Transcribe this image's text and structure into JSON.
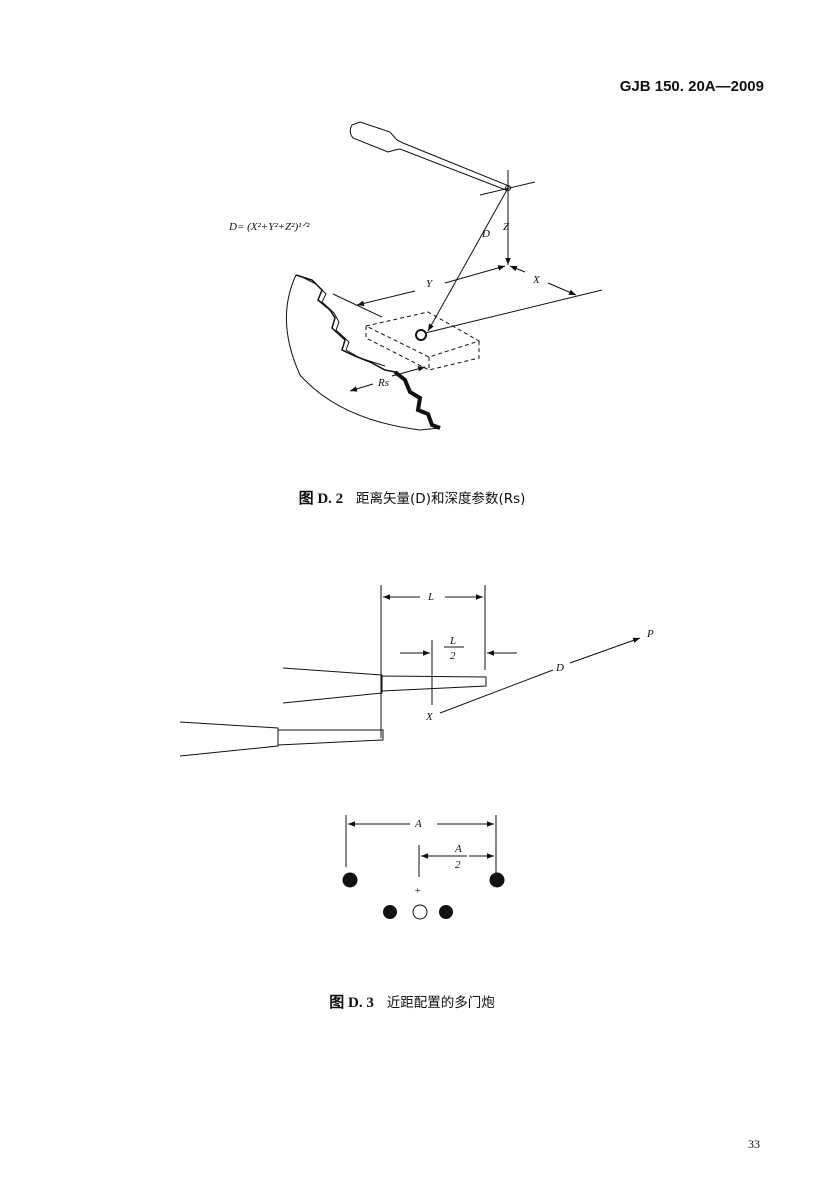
{
  "header": {
    "standard_code": "GJB 150. 20A—2009"
  },
  "figure_d2": {
    "formula": "D= (X²+Y²+Z²)¹ᐟ²",
    "labels": {
      "D": "D",
      "Z": "Z",
      "Y": "Y",
      "X": "X",
      "Rs": "Rs"
    },
    "caption_number": "图 D. 2",
    "caption_text": "距离矢量(D)和深度参数(Rs)"
  },
  "figure_d3": {
    "labels": {
      "L": "L",
      "L_half_num": "L",
      "L_half_den": "2",
      "D": "D",
      "P": "P",
      "X": "X",
      "A": "A",
      "A_half_num": "A",
      "A_half_den": "2",
      "plus": "+"
    },
    "caption_number": "图 D. 3",
    "caption_text": "近距配置的多门炮"
  },
  "page_number": "33"
}
